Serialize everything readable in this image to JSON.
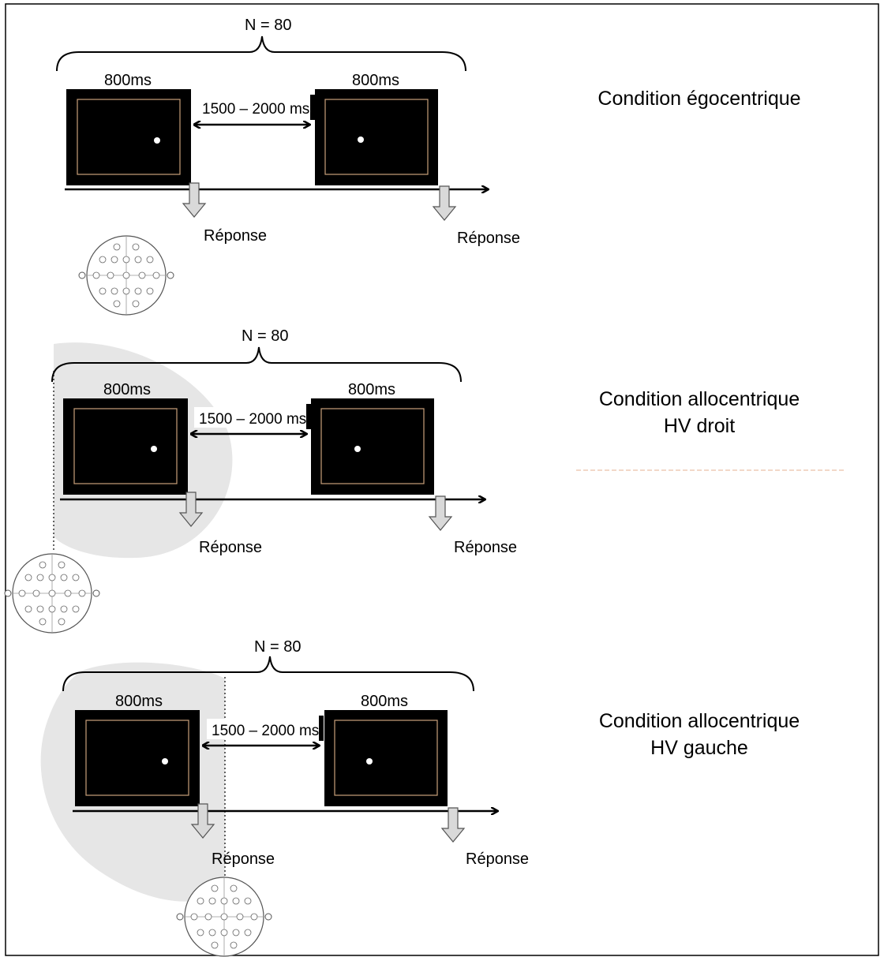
{
  "panels": [
    {
      "n_label": "N = 80",
      "stim_duration_1": "800ms",
      "stim_duration_2": "800ms",
      "isi_label": "1500 – 2000 ms",
      "response_1": "Réponse",
      "response_2": "Réponse",
      "condition_line1": "Condition égocentrique",
      "condition_line2": ""
    },
    {
      "n_label": "N = 80",
      "stim_duration_1": "800ms",
      "stim_duration_2": "800ms",
      "isi_label": "1500 – 2000 ms",
      "response_1": "Réponse",
      "response_2": "Réponse",
      "condition_line1": "Condition allocentrique",
      "condition_line2": "HV droit"
    },
    {
      "n_label": "N = 80",
      "stim_duration_1": "800ms",
      "stim_duration_2": "800ms",
      "isi_label": "1500 – 2000 ms",
      "response_1": "Réponse",
      "response_2": "Réponse",
      "condition_line1": "Condition allocentrique",
      "condition_line2": "HV gauche"
    }
  ],
  "colors": {
    "screen": "#000000",
    "screen_inner_border": "#c9a07a",
    "highlight_zone": "#e6e6e6",
    "arrow_fill": "#d9d9d9"
  }
}
